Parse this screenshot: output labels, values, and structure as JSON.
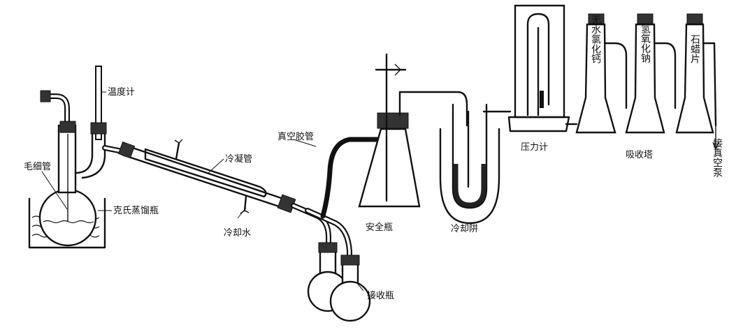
{
  "diagram": {
    "labels": {
      "thermometer": "温度计",
      "capillary": "毛细管",
      "claisen_flask": "克氏蒸馏瓶",
      "condenser": "冷凝管",
      "cooling_water": "冷却水",
      "vacuum_hose": "真空胶管",
      "receiver": "接收瓶",
      "safety_bottle": "安全瓶",
      "cold_trap": "冷却阱",
      "manometer": "压力计",
      "absorption_tower": "吸收塔",
      "cacl2": "无水氯化钙",
      "naoh": "氢氧化钠",
      "paraffin": "石蜡片",
      "vacuum_pump": "接真空泵"
    }
  }
}
